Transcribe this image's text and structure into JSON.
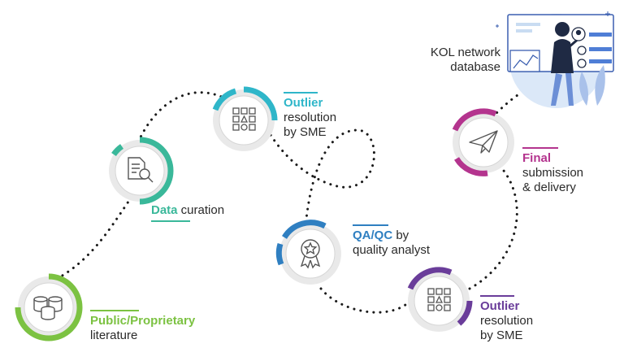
{
  "steps": {
    "public": {
      "bold": "Public/Proprietary",
      "rest": "literature",
      "color": "#7cc242",
      "icon": "database-icon"
    },
    "curation": {
      "bold": "Data",
      "rest": " curation",
      "color": "#3ab89a",
      "icon": "document-search-icon"
    },
    "outlier1": {
      "bold": "Outlier",
      "line2": "resolution",
      "line3": "by SME",
      "color": "#2fb6c9",
      "icon": "grid-shapes-icon"
    },
    "qa": {
      "bold": "QA/QC",
      "rest": " by",
      "line2": "quality analyst",
      "color": "#2f7fc1",
      "icon": "award-badge-icon"
    },
    "outlier2": {
      "bold": "Outlier",
      "line2": "resolution",
      "line3": "by SME",
      "color": "#6a3d9a",
      "icon": "grid-shapes-icon"
    },
    "final": {
      "bold": "Final",
      "line2": "submission",
      "line3": "& delivery",
      "color": "#b4348e",
      "icon": "paper-plane-icon"
    }
  },
  "kol": {
    "line1": "KOL network",
    "line2": "database"
  }
}
